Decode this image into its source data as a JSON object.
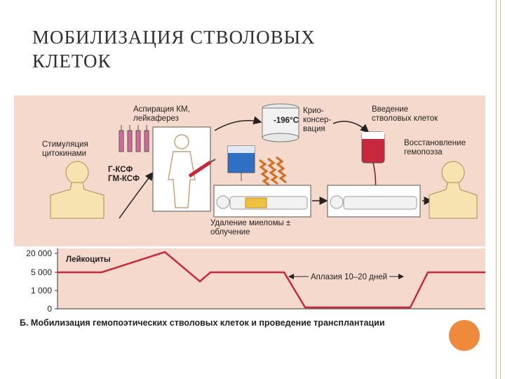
{
  "slide": {
    "title_line1": "МОБИЛИЗАЦИЯ СТВОЛОВЫХ",
    "title_line2": "КЛЕТОК"
  },
  "diagram": {
    "steps": {
      "stimulation": "Стимуляция\nцитокинами",
      "drugs": "Г-КСФ\nГМ-КСФ",
      "aspiration": "Аспирация КМ,\nлейкаферез",
      "cryo": "Крио-\nконсер-\nвация",
      "temperature": "-196°C",
      "removal": "Удаление миеломы ±\nоблучение",
      "infusion": "Введение\nстволовых клеток",
      "recovery": "Восстановление\nгемопоэза"
    },
    "chart": {
      "series_label": "Лейкоциты",
      "aplasia_label": "Аплазия 10–20 дней",
      "y_ticks": [
        "20 000",
        "5 000",
        "1 000",
        "0"
      ]
    },
    "caption": "Б. Мобилизация гемопоэтических стволовых клеток и проведение трансплантации"
  },
  "colors": {
    "panel_bg": "#f6d9cd",
    "curve": "#c8283c",
    "accent_orange": "#ef8a3c",
    "border": "#e6b08c"
  }
}
